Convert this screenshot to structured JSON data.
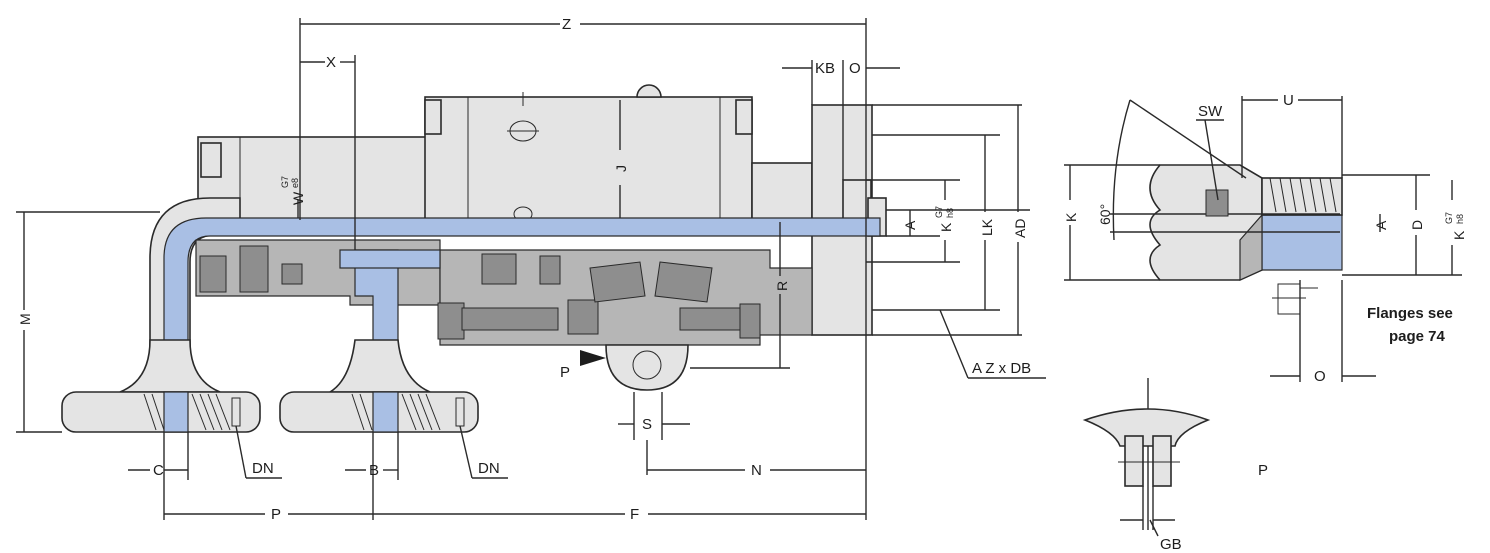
{
  "drawing": {
    "overall_labels": {
      "Z": "Z",
      "X": "X",
      "KB": "KB",
      "O_top": "O",
      "J": "J",
      "M": "M",
      "R": "R",
      "A_main": "A",
      "K_main": "K",
      "K_main_tol_top": "G7",
      "K_main_tol_bottom": "h8",
      "LK": "LK",
      "AD": "AD",
      "W": "W",
      "W_tol_top": "G7",
      "W_tol_bottom": "e8",
      "AZxDB": "A Z x DB",
      "P_arrow": "P",
      "S": "S",
      "N": "N",
      "C": "C",
      "DN_1": "DN",
      "B": "B",
      "DN_2": "DN",
      "P_dim": "P",
      "F": "F"
    },
    "detail_shaft": {
      "SW": "SW",
      "U": "U",
      "K": "K",
      "angle": "60°",
      "A": "A",
      "D": "D",
      "K_tol": "K",
      "K_tol_top": "G7",
      "K_tol_bottom": "h8",
      "O": "O"
    },
    "detail_flange": {
      "P": "P",
      "GB": "GB"
    },
    "note": {
      "line1": "Flanges see",
      "line2": "page 74"
    }
  }
}
